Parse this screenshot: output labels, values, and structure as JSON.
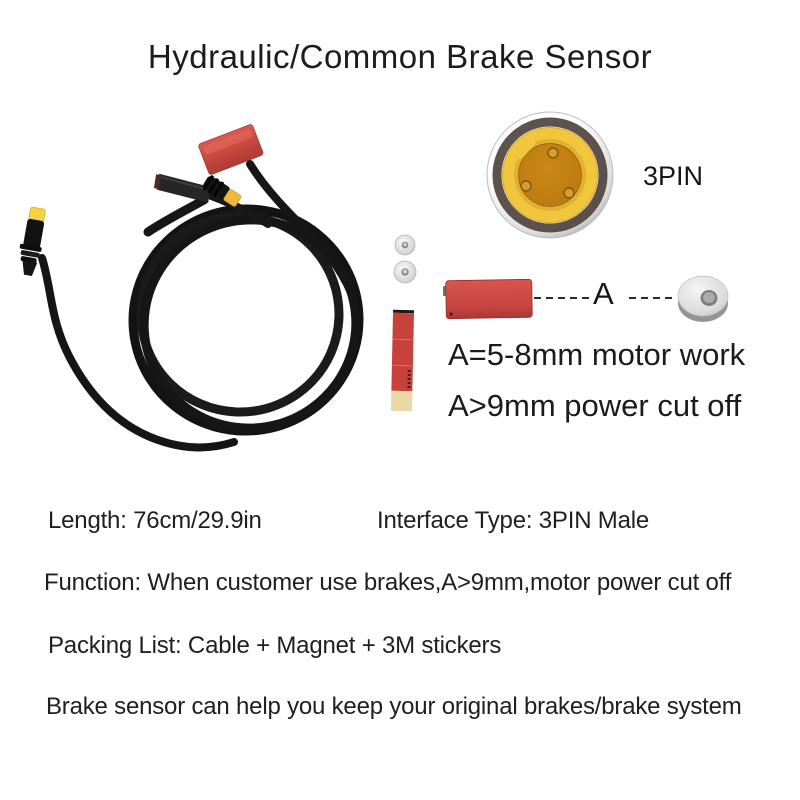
{
  "title": "Hydraulic/Common Brake Sensor",
  "annotations": {
    "pin_label": "3PIN",
    "gap_label": "A",
    "gap_rule_1": "A=5-8mm motor work",
    "gap_rule_2": "A>9mm power cut off"
  },
  "specs": {
    "length": "Length: 76cm/29.9in",
    "interface": "Interface Type: 3PIN Male",
    "function": "Function: When customer use brakes,A>9mm,motor power cut off",
    "packing": "Packing List: Cable + Magnet + 3M stickers",
    "note": "Brake sensor can help you keep your original brakes/brake system"
  },
  "figures": {
    "cable": "brake-sensor-cable-photo",
    "connector_face": "3pin-male-connector-face",
    "washers": "metal-washers",
    "sensor_block": "red-sensor-block",
    "magnet": "ring-magnet",
    "sticker": "3m-sticker-strip"
  },
  "colors": {
    "sticker_red": "#c8423c",
    "connector_yellow": "#f1c63c",
    "connector_amber": "#bf7d14",
    "cable_black": "#151515",
    "metal_silver": "#d8d8d8",
    "text": "#1e1e1e"
  }
}
